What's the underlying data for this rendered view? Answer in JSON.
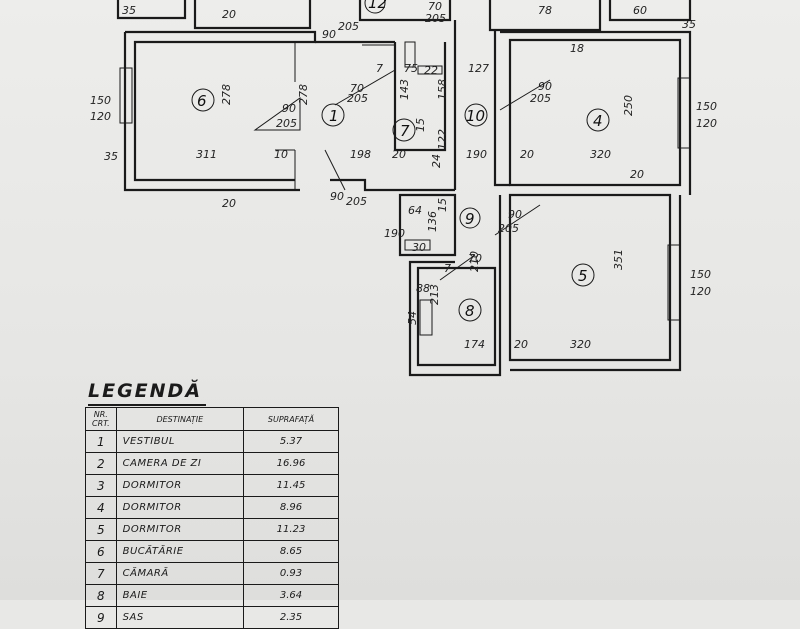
{
  "plan": {
    "rooms": [
      {
        "id": "1",
        "label": "1"
      },
      {
        "id": "4",
        "label": "4"
      },
      {
        "id": "5",
        "label": "5"
      },
      {
        "id": "6",
        "label": "6"
      },
      {
        "id": "7",
        "label": "7"
      },
      {
        "id": "8",
        "label": "8"
      },
      {
        "id": "9",
        "label": "9"
      },
      {
        "id": "10",
        "label": "10"
      },
      {
        "id": "12",
        "label": "12"
      }
    ],
    "dimensions": {
      "d35_top": "35",
      "d20_top": "20",
      "d90_top": "90",
      "d205_top": "205",
      "d70_top": "70",
      "d205_top2": "205",
      "d78": "78",
      "d60": "60",
      "d35_tr": "35",
      "d150_left": "150",
      "d120_left": "120",
      "d35_left": "35",
      "d278_a": "278",
      "d278_b": "278",
      "d90_mid": "90",
      "d205_mid": "205",
      "d311": "311",
      "d10": "10",
      "d20_bl": "20",
      "d90_b": "90",
      "d205_b": "205",
      "d198": "198",
      "d20_c": "20",
      "d70_c": "70",
      "d205_c": "205",
      "d7": "7",
      "d75": "75",
      "d22": "22",
      "d143": "143",
      "d15": "15",
      "d127": "127",
      "d158": "158",
      "d24": "24",
      "d122": "122",
      "d90_r": "90",
      "d205_r": "205",
      "d18": "18",
      "d250": "250",
      "d150_right": "150",
      "d120_right": "120",
      "d190": "190",
      "d20_r": "20",
      "d320_a": "320",
      "d20_r2": "20",
      "d64": "64",
      "d136": "136",
      "d15_b": "15",
      "d90_9": "90",
      "d205_9": "205",
      "d190_b": "190",
      "d30": "30",
      "d70_8": "70",
      "d210": "210",
      "d351": "351",
      "d150_r5": "150",
      "d120_r5": "120",
      "d88": "88",
      "d54": "54",
      "d213": "213",
      "d7_b": "7",
      "d174": "174",
      "d20_8": "20",
      "d320_b": "320"
    }
  },
  "legend": {
    "title": "LEGENDĂ",
    "headers": {
      "nr": "NR. CRT.",
      "dest": "DESTINAȚIE",
      "area": "SUPRAFAȚĂ"
    },
    "rows": [
      {
        "nr": "1",
        "dest": "Vestibul",
        "area": "5.37"
      },
      {
        "nr": "2",
        "dest": "Camera de zi",
        "area": "16.96"
      },
      {
        "nr": "3",
        "dest": "Dormitor",
        "area": "11.45"
      },
      {
        "nr": "4",
        "dest": "Dormitor",
        "area": "8.96"
      },
      {
        "nr": "5",
        "dest": "Dormitor",
        "area": "11.23"
      },
      {
        "nr": "6",
        "dest": "Bucătărie",
        "area": "8.65"
      },
      {
        "nr": "7",
        "dest": "Cămară",
        "area": "0.93"
      },
      {
        "nr": "8",
        "dest": "Baie",
        "area": "3.64"
      },
      {
        "nr": "9",
        "dest": "SAS",
        "area": "2.35"
      }
    ]
  }
}
